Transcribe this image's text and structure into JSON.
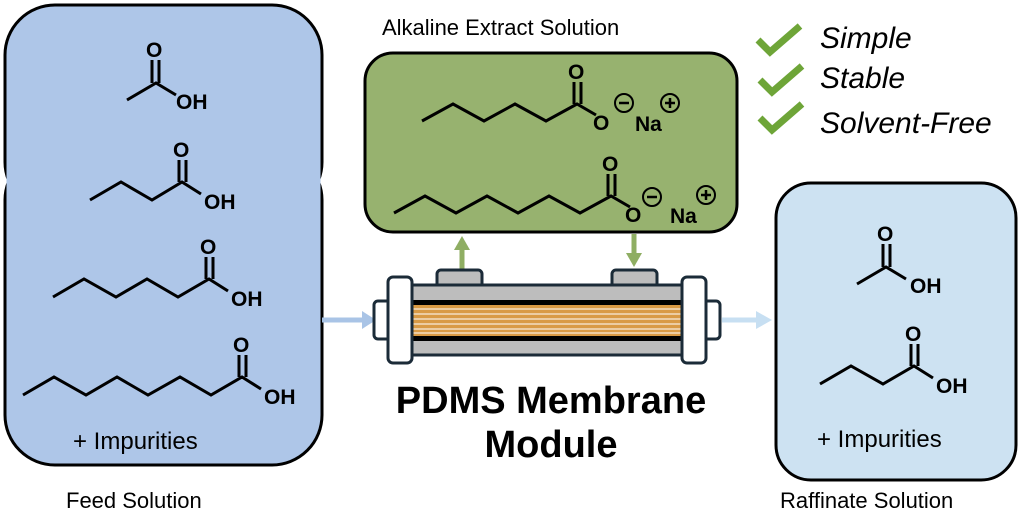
{
  "colors": {
    "feed_fill": "#aec6e8",
    "extract_fill": "#97b26f",
    "raffinate_fill": "#cde2f2",
    "check_green": "#6ea538",
    "module_outline": "#1b2b38",
    "module_shell": "#bdbdbd",
    "fiber_orange": "#d99a45",
    "feed_arrow": "#a9c4e6",
    "raffinate_arrow": "#c7dff2",
    "extract_arrow": "#8fae63"
  },
  "feed": {
    "caption": "Feed Solution",
    "impurities": "+ Impurities",
    "molecules": [
      {
        "name": "acetic acid",
        "label_top": "O",
        "label_side": "OH"
      },
      {
        "name": "butyric acid",
        "label_top": "O",
        "label_side": "OH"
      },
      {
        "name": "hexanoic acid",
        "label_top": "O",
        "label_side": "OH"
      },
      {
        "name": "octanoic acid",
        "label_top": "O",
        "label_side": "OH"
      }
    ]
  },
  "extract": {
    "caption": "Alkaline Extract Solution",
    "molecules": [
      {
        "name": "sodium hexanoate",
        "label_top": "O",
        "label_anion": "O",
        "charge_anion": "−",
        "counterion": "Na",
        "charge_cation": "+"
      },
      {
        "name": "sodium octanoate",
        "label_top": "O",
        "label_anion": "O",
        "charge_anion": "−",
        "counterion": "Na",
        "charge_cation": "+"
      }
    ]
  },
  "module": {
    "title_line1": "PDMS Membrane",
    "title_line2": "Module"
  },
  "raffinate": {
    "caption": "Raffinate Solution",
    "impurities": "+ Impurities",
    "molecules": [
      {
        "name": "acetic acid",
        "label_top": "O",
        "label_side": "OH"
      },
      {
        "name": "butyric acid",
        "label_top": "O",
        "label_side": "OH"
      }
    ]
  },
  "benefits": [
    {
      "icon": "check-icon",
      "label": "Simple"
    },
    {
      "icon": "check-icon",
      "label": "Stable"
    },
    {
      "icon": "check-icon",
      "label": "Solvent-Free"
    }
  ]
}
